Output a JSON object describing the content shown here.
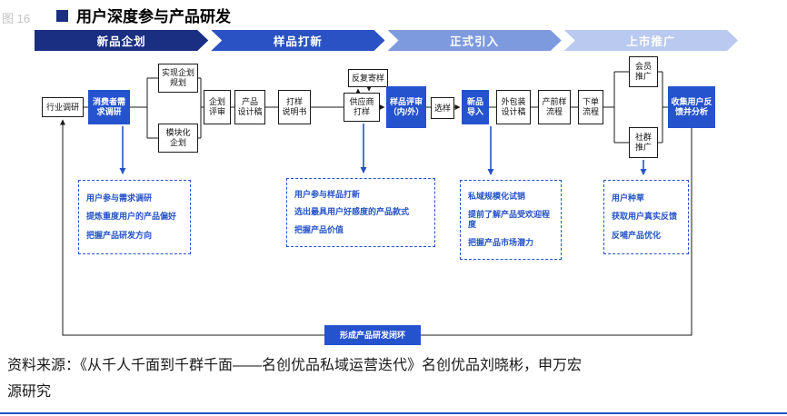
{
  "header": {
    "figure_label": "图 16",
    "title": "用户深度参与产品研发"
  },
  "stages": [
    {
      "label": "新品企划",
      "color": "#1B2F82"
    },
    {
      "label": "样品打新",
      "color": "#2A52C4"
    },
    {
      "label": "正式引入",
      "color": "#7E9ADF"
    },
    {
      "label": "上市推广",
      "color": "#B9C9F0"
    }
  ],
  "nodes": {
    "industry": "行业调研",
    "consumer": "消费者需\n求调研",
    "planning_top": "实现企划\n规划",
    "planning_bottom": "模块化\n企划",
    "review": "企划\n评审",
    "design": "产品\n设计稿",
    "spec": "打样\n说明书",
    "resend": "反复寄样",
    "supplier": "供应商\n打样",
    "sample_review": "样品评审\n（内/外）",
    "selection": "选样",
    "intro": "新品\n导入",
    "packaging": "外包装\n设计稿",
    "preproduction": "产前样\n流程",
    "order": "下单\n流程",
    "member": "会员\n推广",
    "community": "社群\n推广",
    "feedback": "收集用户反\n馈并分析"
  },
  "callouts": [
    {
      "lines": [
        "用户参与需求调研",
        "提炼重度用户的产品偏好",
        "把握产品研发方向"
      ]
    },
    {
      "lines": [
        "用户参与样品打新",
        "选出最具用户好感度的产品款式",
        "把握产品价值"
      ]
    },
    {
      "lines": [
        "私域规模化试销",
        "提前了解产品受欢迎程度",
        "把握产品市场潜力"
      ]
    },
    {
      "lines": [
        "用户种草",
        "获取用户真实反馈",
        "反哺产品优化"
      ]
    }
  ],
  "loop_label": "形成产品研发闭环",
  "source": {
    "line1": "资料来源：《从千人千面到千群千面——名创优品私域运营迭代》名创优品刘晓彬，申万宏",
    "line2": "源研究"
  },
  "colors": {
    "accent_blue": "#2452C6",
    "node_blue": "#2553CE",
    "line_black": "#1a1a1a"
  }
}
